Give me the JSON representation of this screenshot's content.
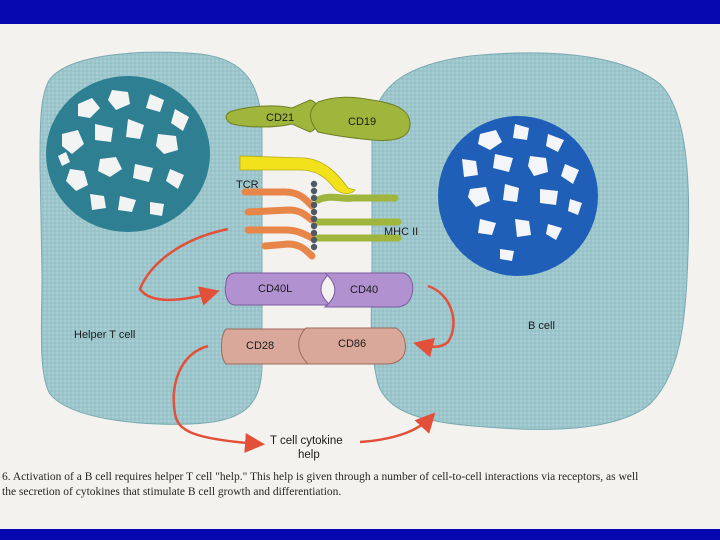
{
  "diagram": {
    "labels": {
      "cd21": "CD21",
      "cd19": "CD19",
      "tcr": "TCR",
      "mhc": "MHC II",
      "cd40l": "CD40L",
      "cd40": "CD40",
      "helper_t": "Helper T cell",
      "b_cell": "B cell",
      "cd28": "CD28",
      "cd86": "CD86",
      "cytokine_line1": "T cell cytokine",
      "cytokine_line2": "help"
    },
    "caption": {
      "line1": "6. Activation of a B cell requires helper T cell \"help.\" This help is given through a number of cell-to-cell interactions via receptors, as well",
      "line2": "the secretion of cytokines that stimulate B cell growth and differentiation."
    }
  },
  "colors": {
    "frame_blue": "#0808b0",
    "cell_fill": "#9bc6cd",
    "t_nucleus": "#2e7f92",
    "b_nucleus": "#1f5fb8",
    "receptor_green": "#9fb53b",
    "tcr_yellow": "#f2e21c",
    "tcr_orange": "#e8864a",
    "cd40_purple": "#b191d0",
    "cd28_pink": "#d9a89a",
    "arrow_red": "#e2503a"
  }
}
